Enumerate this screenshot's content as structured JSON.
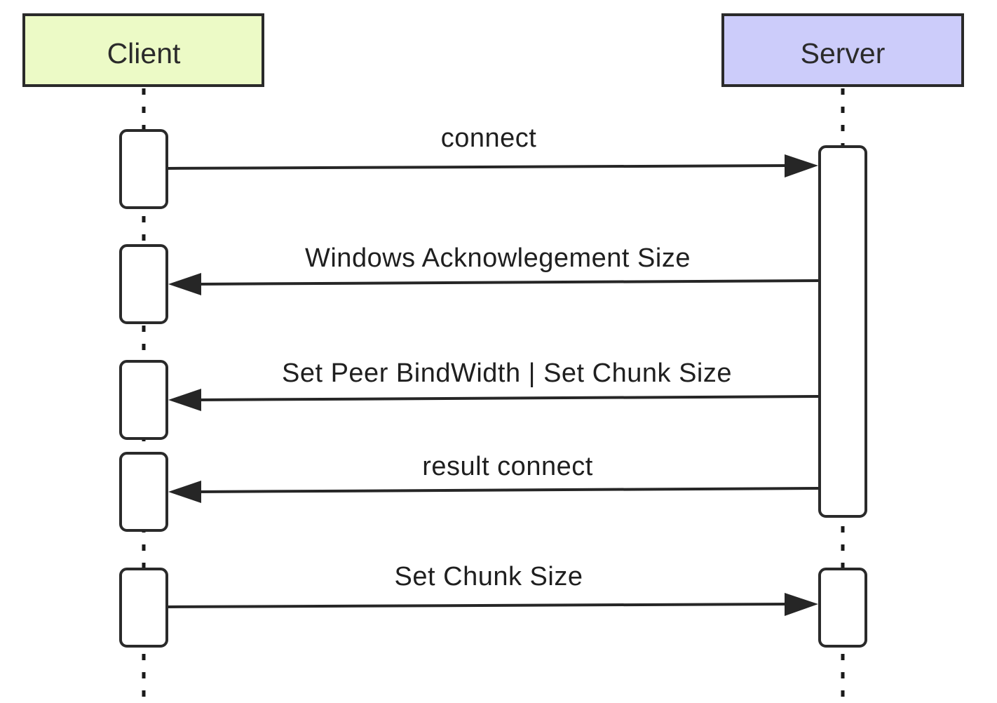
{
  "participants": {
    "client": {
      "label": "Client",
      "fill": "#ecfac6"
    },
    "server": {
      "label": "Server",
      "fill": "#ccccfa"
    }
  },
  "messages": [
    {
      "label": "connect",
      "from": "client",
      "to": "server"
    },
    {
      "label": "Windows Acknowlegement Size",
      "from": "server",
      "to": "client"
    },
    {
      "label": "Set Peer BindWidth | Set Chunk Size",
      "from": "server",
      "to": "client"
    },
    {
      "label": "result connect",
      "from": "server",
      "to": "client"
    },
    {
      "label": "Set Chunk Size",
      "from": "client",
      "to": "server"
    }
  ],
  "colors": {
    "stroke": "#2a2a2a",
    "activation_fill": "#ffffff"
  }
}
